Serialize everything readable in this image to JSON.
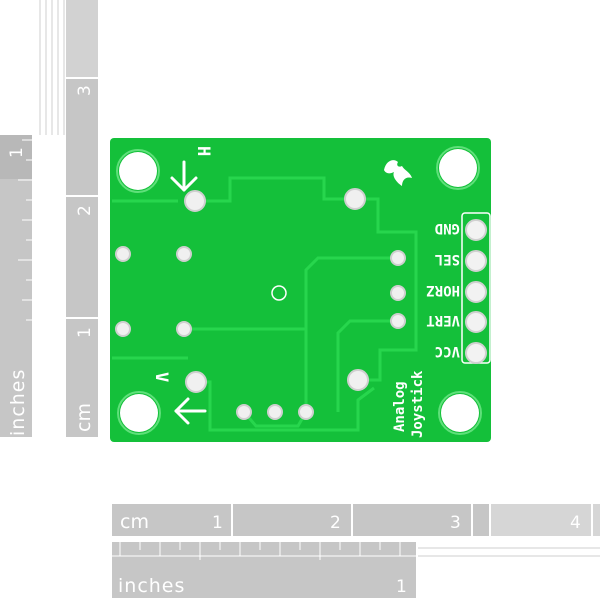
{
  "rulers": {
    "left_inches": {
      "unit": "inches",
      "mark": "1"
    },
    "left_cm": {
      "unit": "cm",
      "marks": [
        "1",
        "2",
        "3"
      ]
    },
    "bottom_cm": {
      "unit": "cm",
      "marks": [
        "1",
        "2",
        "3",
        "4"
      ]
    },
    "bottom_inches": {
      "unit": "inches",
      "mark": "1"
    }
  },
  "board": {
    "pin_labels": [
      "GND",
      "SEL",
      "HORZ",
      "VERT",
      "VCC"
    ],
    "axis_labels": {
      "h": "H",
      "v": "V"
    },
    "title_line1": "Analog",
    "title_line2": "Joystick"
  },
  "colors": {
    "pcb": "#14c03a",
    "trace": "#23d84a",
    "silkscreen": "#ffffff",
    "ruler": "#c8c8c8",
    "ruler_dark": "#a9a9a9",
    "pad": "#e6e6e6"
  }
}
